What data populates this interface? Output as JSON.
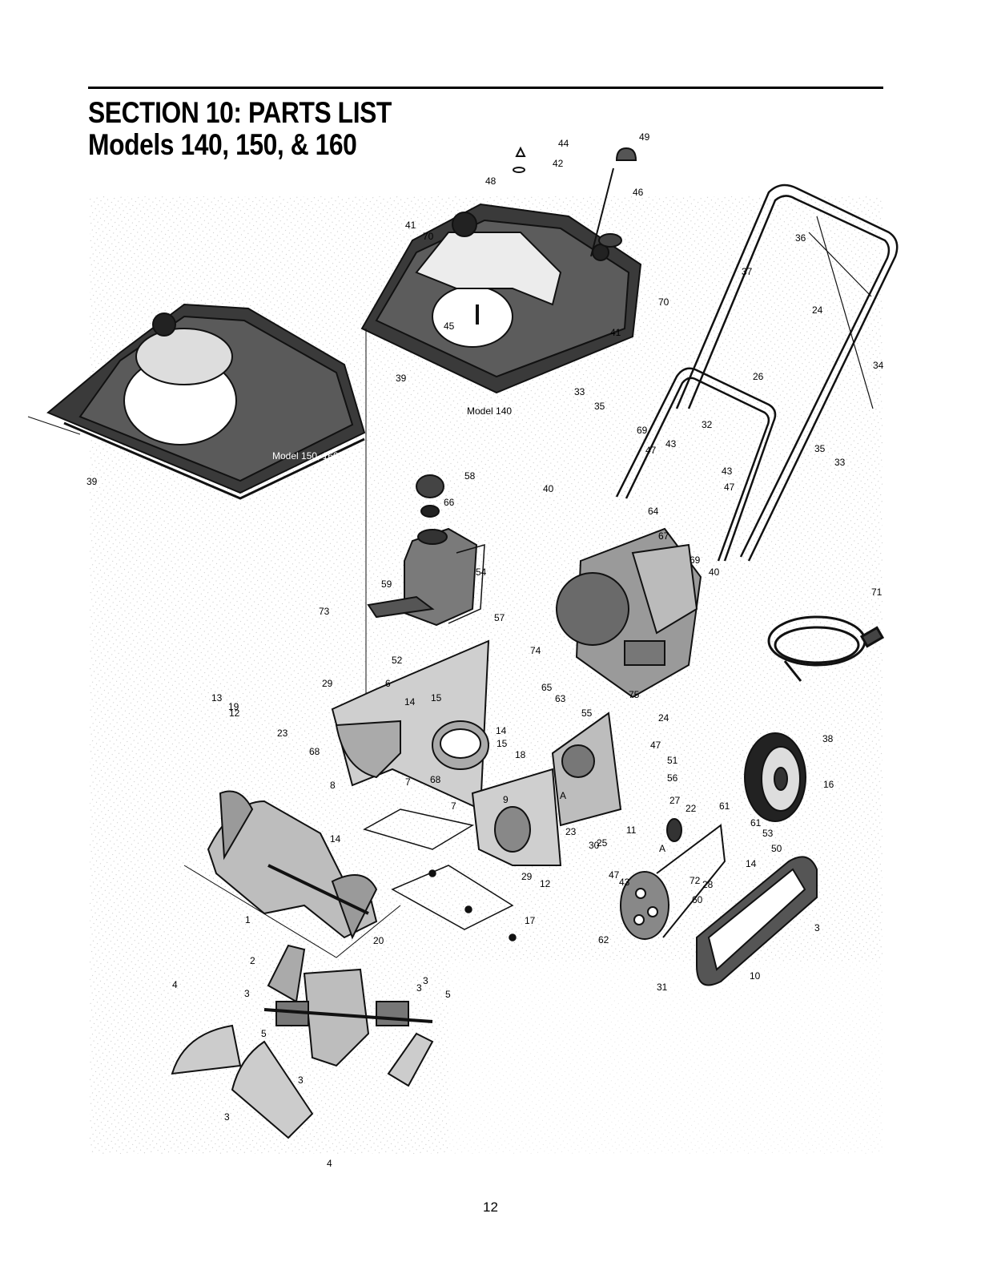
{
  "header": {
    "section_title": "SECTION 10:  PARTS LIST",
    "models_title": "Models 140, 150, & 160"
  },
  "callouts": {
    "model_140": "Model 140",
    "model_150_160": "Model 150, 160"
  },
  "part_labels": [
    "1",
    "2",
    "3",
    "3",
    "3",
    "3",
    "3",
    "3",
    "4",
    "4",
    "5",
    "5",
    "6",
    "7",
    "7",
    "8",
    "9",
    "10",
    "11",
    "12",
    "12",
    "13",
    "14",
    "14",
    "14",
    "14",
    "15",
    "15",
    "16",
    "17",
    "18",
    "19",
    "20",
    "22",
    "23",
    "23",
    "24",
    "24",
    "25",
    "26",
    "27",
    "28",
    "29",
    "29",
    "30",
    "31",
    "32",
    "33",
    "33",
    "34",
    "35",
    "35",
    "36",
    "37",
    "38",
    "39",
    "39",
    "40",
    "40",
    "41",
    "41",
    "42",
    "43",
    "43",
    "43",
    "44",
    "45",
    "46",
    "47",
    "47",
    "47",
    "47",
    "48",
    "49",
    "50",
    "51",
    "52",
    "53",
    "54",
    "55",
    "56",
    "57",
    "58",
    "59",
    "60",
    "61",
    "61",
    "62",
    "63",
    "64",
    "65",
    "66",
    "67",
    "68",
    "68",
    "69",
    "69",
    "70",
    "70",
    "71",
    "72",
    "73",
    "74",
    "75",
    "A",
    "A"
  ],
  "footer": {
    "page_number": "12"
  }
}
